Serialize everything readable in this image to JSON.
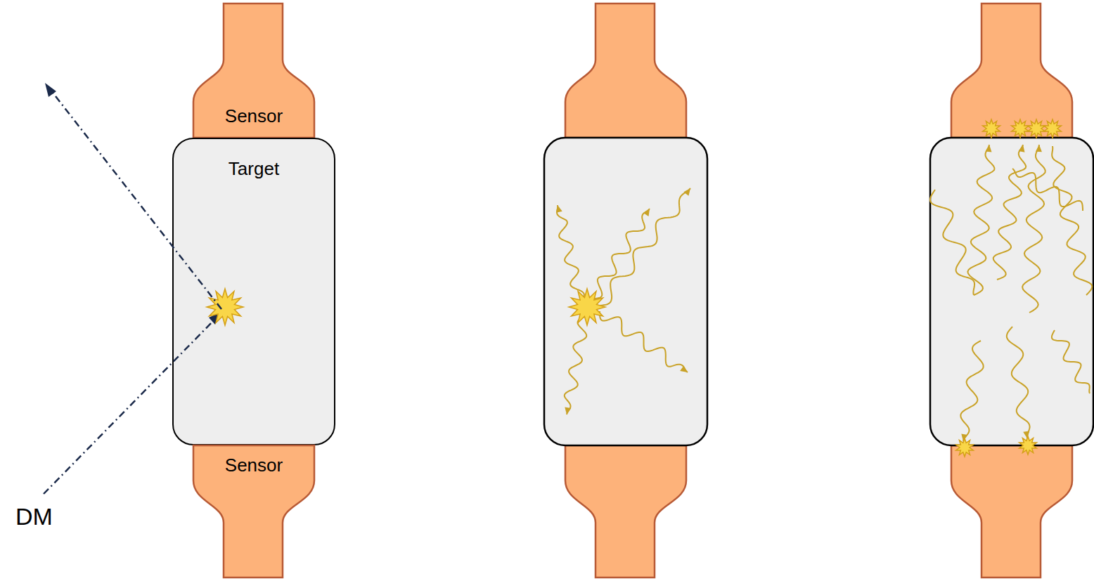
{
  "diagram": {
    "nodes": [
      {
        "text": [
          "Sensor"
        ]
      },
      {
        "text": [
          "Target"
        ]
      },
      {
        "text": [
          "Sensor"
        ]
      }
    ],
    "labels": [
      "DM"
    ]
  }
}
